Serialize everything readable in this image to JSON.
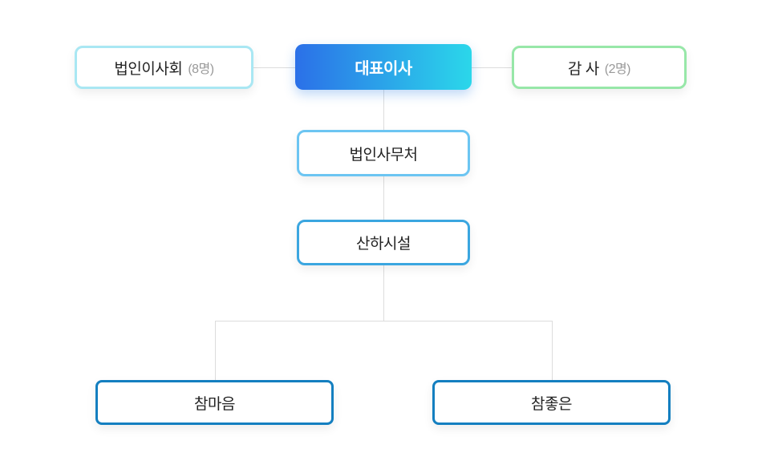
{
  "chart": {
    "type": "org-chart",
    "nodes": {
      "board": {
        "label": "법인이사회",
        "count": "(8명)"
      },
      "ceo": {
        "label": "대표이사"
      },
      "auditor": {
        "label": "감 사",
        "count": "(2명)"
      },
      "office": {
        "label": "법인사무처"
      },
      "facilities": {
        "label": "산하시설"
      },
      "facility_left": {
        "label": "참마음"
      },
      "facility_right": {
        "label": "참좋은"
      }
    },
    "edges": [
      {
        "from": "대표이사",
        "to": "법인이사회"
      },
      {
        "from": "대표이사",
        "to": "감 사"
      },
      {
        "from": "대표이사",
        "to": "법인사무처"
      },
      {
        "from": "법인사무처",
        "to": "산하시설"
      },
      {
        "from": "산하시설",
        "to": "참마음"
      },
      {
        "from": "산하시설",
        "to": "참좋은"
      }
    ],
    "colors": {
      "board_border": "#a9e7f3",
      "ceo_grad_start": "#2b70e8",
      "ceo_grad_end": "#2bd7ea",
      "auditor_border": "#97e7a8",
      "office_border": "#6cc5f2",
      "facilities_border": "#3ba6e0",
      "facility_border": "#147fc0",
      "connector": "#dcdcdc",
      "label_color": "#222222",
      "count_color": "#999999"
    }
  }
}
